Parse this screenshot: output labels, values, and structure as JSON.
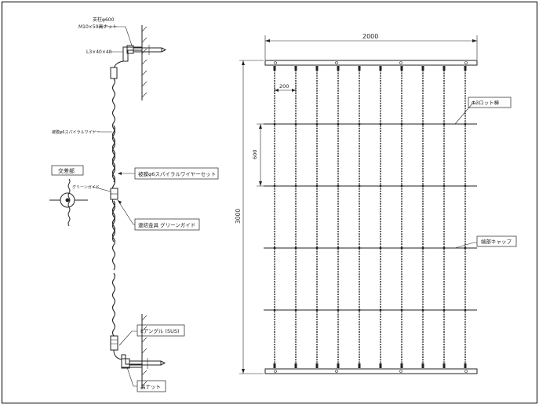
{
  "left_detail": {
    "top_anchor_note_line1": "支柱φ600",
    "top_anchor_note_line2": "M10×50高ナット",
    "angle_top_label": "L3×40×40",
    "wire_small_label": "被膜φ6スパイラルワイヤー",
    "cross_section_title": "交差部",
    "green_guide_small_label": "グリーンガイド",
    "wire_set_label": "被膜φ6スパイラルワイヤーセット",
    "connector_label": "連結金具 グリーンガイド",
    "angle_bottom_label": "Lアングル (SUS)",
    "nut_label": "高ナット"
  },
  "front_view": {
    "width_dim": "2000",
    "spacing_dim": "200",
    "vertical_spacing_dim": "600",
    "height_dim": "3000",
    "rod_label": "Φ3ロット棒",
    "endcap_label": "端部キャップ"
  },
  "colors": {
    "line": "#222222",
    "background": "#ffffff"
  }
}
